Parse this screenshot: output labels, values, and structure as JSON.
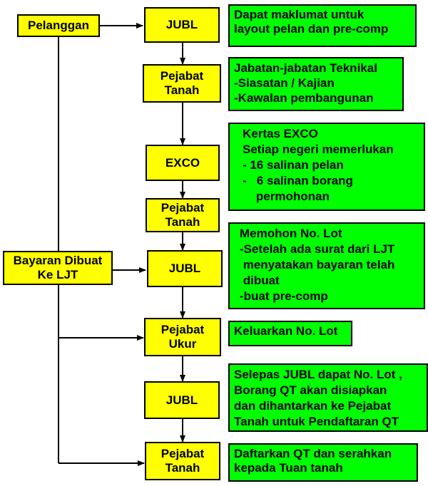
{
  "colors": {
    "step_fill": "#ffff00",
    "note_fill": "#00ff00",
    "border": "#000000"
  },
  "left_nodes": {
    "pelanggan": "Pelanggan",
    "bayaran": [
      "Bayaran Dibuat",
      "Ke LJT"
    ]
  },
  "steps": [
    [
      "JUBL"
    ],
    [
      "Pejabat",
      "Tanah"
    ],
    [
      "EXCO"
    ],
    [
      "Pejabat",
      "Tanah"
    ],
    [
      "JUBL"
    ],
    [
      "Pejabat",
      "Ukur"
    ],
    [
      "JUBL"
    ],
    [
      "Pejabat",
      "Tanah"
    ]
  ],
  "notes": [
    [
      "Dapat maklumat untuk",
      "layout pelan dan pre-comp"
    ],
    [
      "Jabatan-jabatan Teknikal",
      "-Siasatan / Kajian",
      "-Kawalan pembangunan"
    ],
    [
      "Kertas EXCO",
      "Setiap negeri memerlukan",
      "- 16 salinan pelan",
      "-   6 salinan borang",
      "    permohonan"
    ],
    [
      "Memohon No. Lot",
      "-Setelah ada surat dari LJT",
      " menyatakan bayaran telah",
      " dibuat",
      "-buat pre-comp"
    ],
    [
      "Keluarkan No. Lot"
    ],
    [
      "Selepas JUBL dapat No. Lot ,",
      "Borang QT akan disiapkan",
      "dan dihantarkan ke Pejabat",
      "Tanah untuk Pendaftaran QT"
    ],
    [
      "Daftarkan QT dan serahkan",
      "kepada Tuan tanah"
    ]
  ]
}
